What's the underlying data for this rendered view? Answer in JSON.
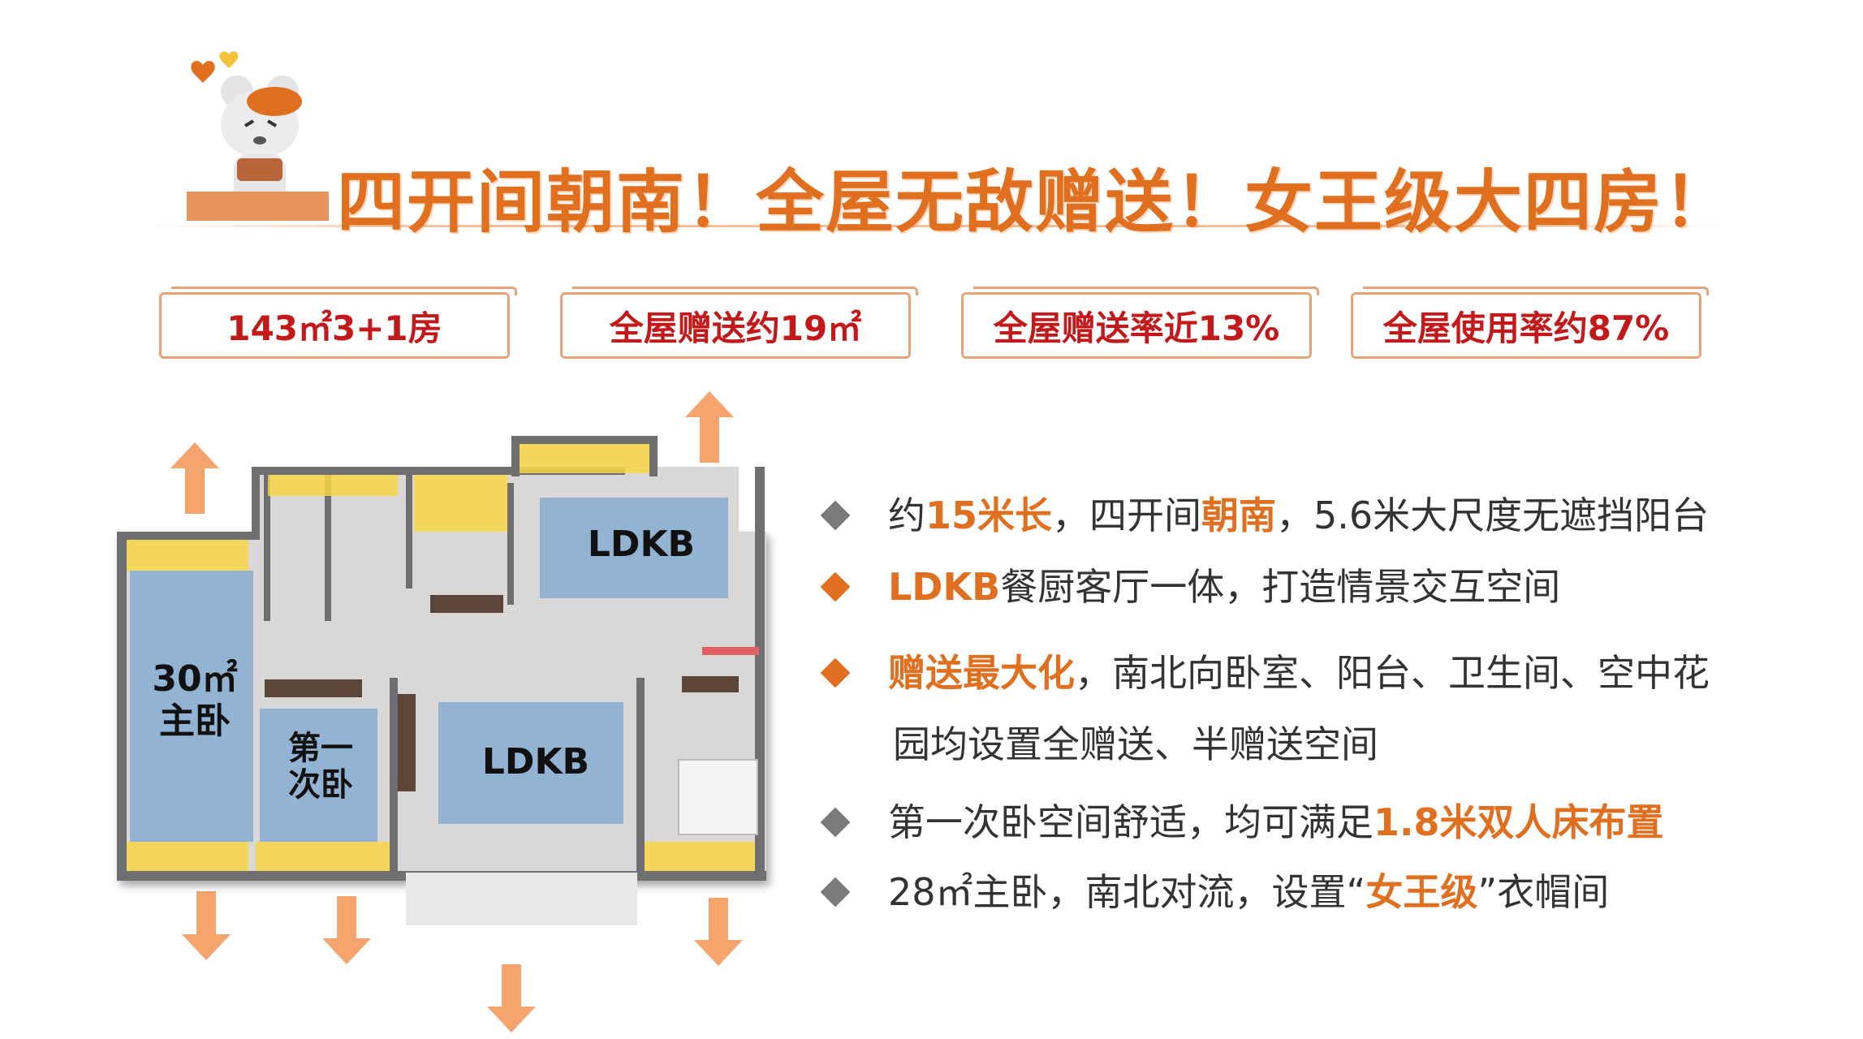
{
  "header": {
    "title": "四开间朝南！全屋无敌赠送！女王级大四房！"
  },
  "badges": [
    {
      "text": "143㎡3+1房"
    },
    {
      "text": "全屋赠送约19㎡"
    },
    {
      "text": "全屋赠送率近13%"
    },
    {
      "text": "全屋使用率约87%"
    }
  ],
  "floorplan": {
    "labels": {
      "ldkb_top": "LDKB",
      "ldkb_center": "LDKB",
      "master_area": "30㎡",
      "master_name": "主卧",
      "second_line1": "第一",
      "second_line2": "次卧"
    }
  },
  "bullets": [
    {
      "parts": [
        {
          "t": "约",
          "hl": false
        },
        {
          "t": "15米长",
          "hl": true
        },
        {
          "t": "，四开间",
          "hl": false
        },
        {
          "t": "朝南",
          "hl": true
        },
        {
          "t": "，5.6米大尺度无遮挡阳台",
          "hl": false
        }
      ],
      "marker": "gray"
    },
    {
      "parts": [
        {
          "t": "LDKB",
          "hl": true
        },
        {
          "t": "餐厨客厅一体，打造情景交互空间",
          "hl": false
        }
      ],
      "marker": "orange"
    },
    {
      "parts": [
        {
          "t": "赠送最大化",
          "hl": true
        },
        {
          "t": "，南北向卧室、阳台、卫生间、空中花",
          "hl": false
        }
      ],
      "marker": "orange"
    },
    {
      "parts": [
        {
          "t": "园均设置全赠送、半赠送空间",
          "hl": false
        }
      ],
      "marker": "none"
    },
    {
      "parts": [
        {
          "t": "第一次卧空间舒适，均可满足",
          "hl": false
        },
        {
          "t": "1.8米双人床布置",
          "hl": true
        }
      ],
      "marker": "gray"
    },
    {
      "parts": [
        {
          "t": "28㎡主卧，南北对流，设置“",
          "hl": false
        },
        {
          "t": "女王级",
          "hl": true
        },
        {
          "t": "”衣帽间",
          "hl": false
        }
      ],
      "marker": "gray"
    }
  ],
  "colors": {
    "accent": "#e06f1f",
    "badge_text": "#c3191a",
    "arrow": "#f4a46c"
  },
  "icons": {
    "mascot": "bear-mascot-icon",
    "hearts": "heart-icon"
  }
}
